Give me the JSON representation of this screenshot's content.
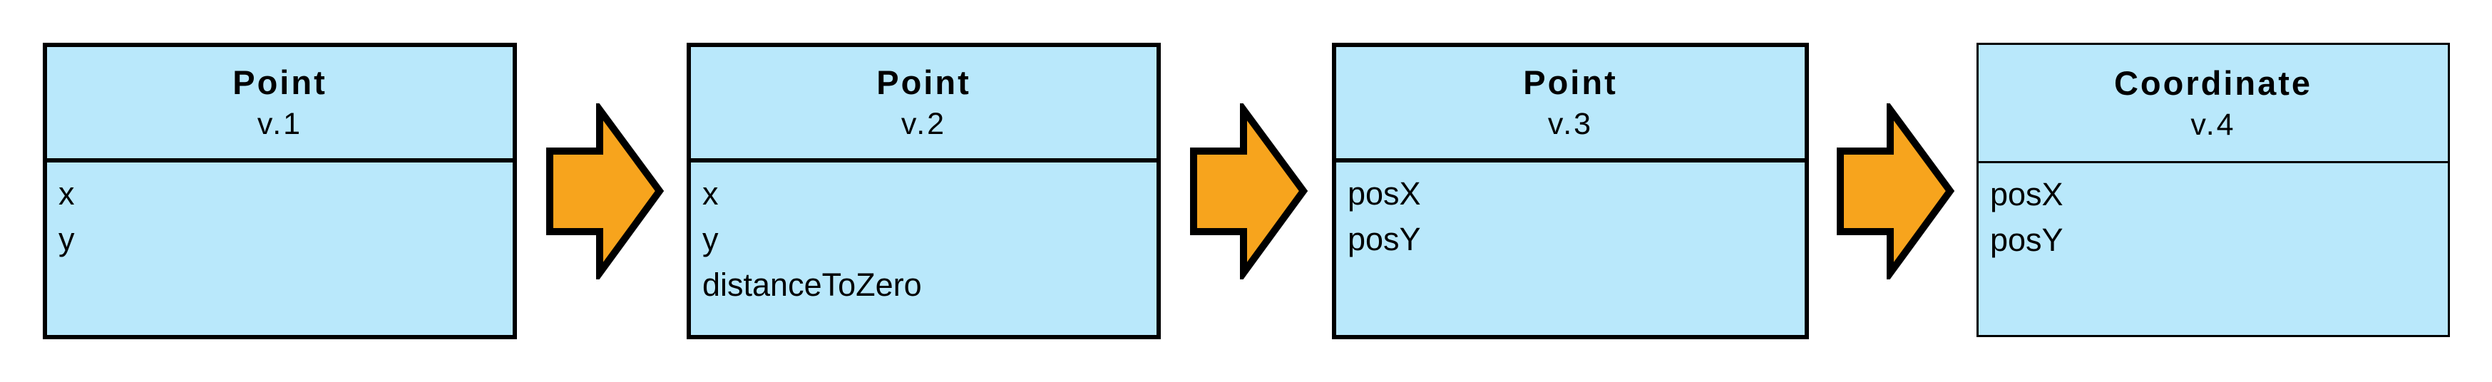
{
  "diagram": {
    "title": "class-evolution",
    "colors": {
      "box_fill": "#B9E8FB",
      "box_border": "#000000",
      "arrow_fill": "#F7A41D",
      "arrow_outline": "#000000",
      "background": "#FFFFFF"
    },
    "classes": [
      {
        "name": "Point",
        "version": "v.1",
        "attributes": [
          "x",
          "y"
        ]
      },
      {
        "name": "Point",
        "version": "v.2",
        "attributes": [
          "x",
          "y",
          "distanceToZero"
        ]
      },
      {
        "name": "Point",
        "version": "v.3",
        "attributes": [
          "posX",
          "posY"
        ]
      },
      {
        "name": "Coordinate",
        "version": "v.4",
        "attributes": [
          "posX",
          "posY"
        ]
      }
    ],
    "arrows": {
      "icon": "arrow-right-icon",
      "count": 3,
      "direction": "right"
    }
  }
}
